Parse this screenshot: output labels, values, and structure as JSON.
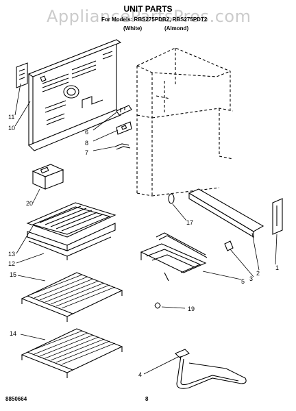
{
  "watermark": "AppliancePartsPros.com",
  "title": "UNIT PARTS",
  "model_line": "For Models: RBS275PDB2, RBS275PDT2",
  "color_labels": [
    "(White)",
    "(Almond)"
  ],
  "callouts": [
    "1",
    "2",
    "3",
    "4",
    "5",
    "6",
    "7",
    "8",
    "10",
    "11",
    "12",
    "13",
    "14",
    "15",
    "17",
    "19",
    "20"
  ],
  "footer_code": "8850664",
  "page_number": "8"
}
